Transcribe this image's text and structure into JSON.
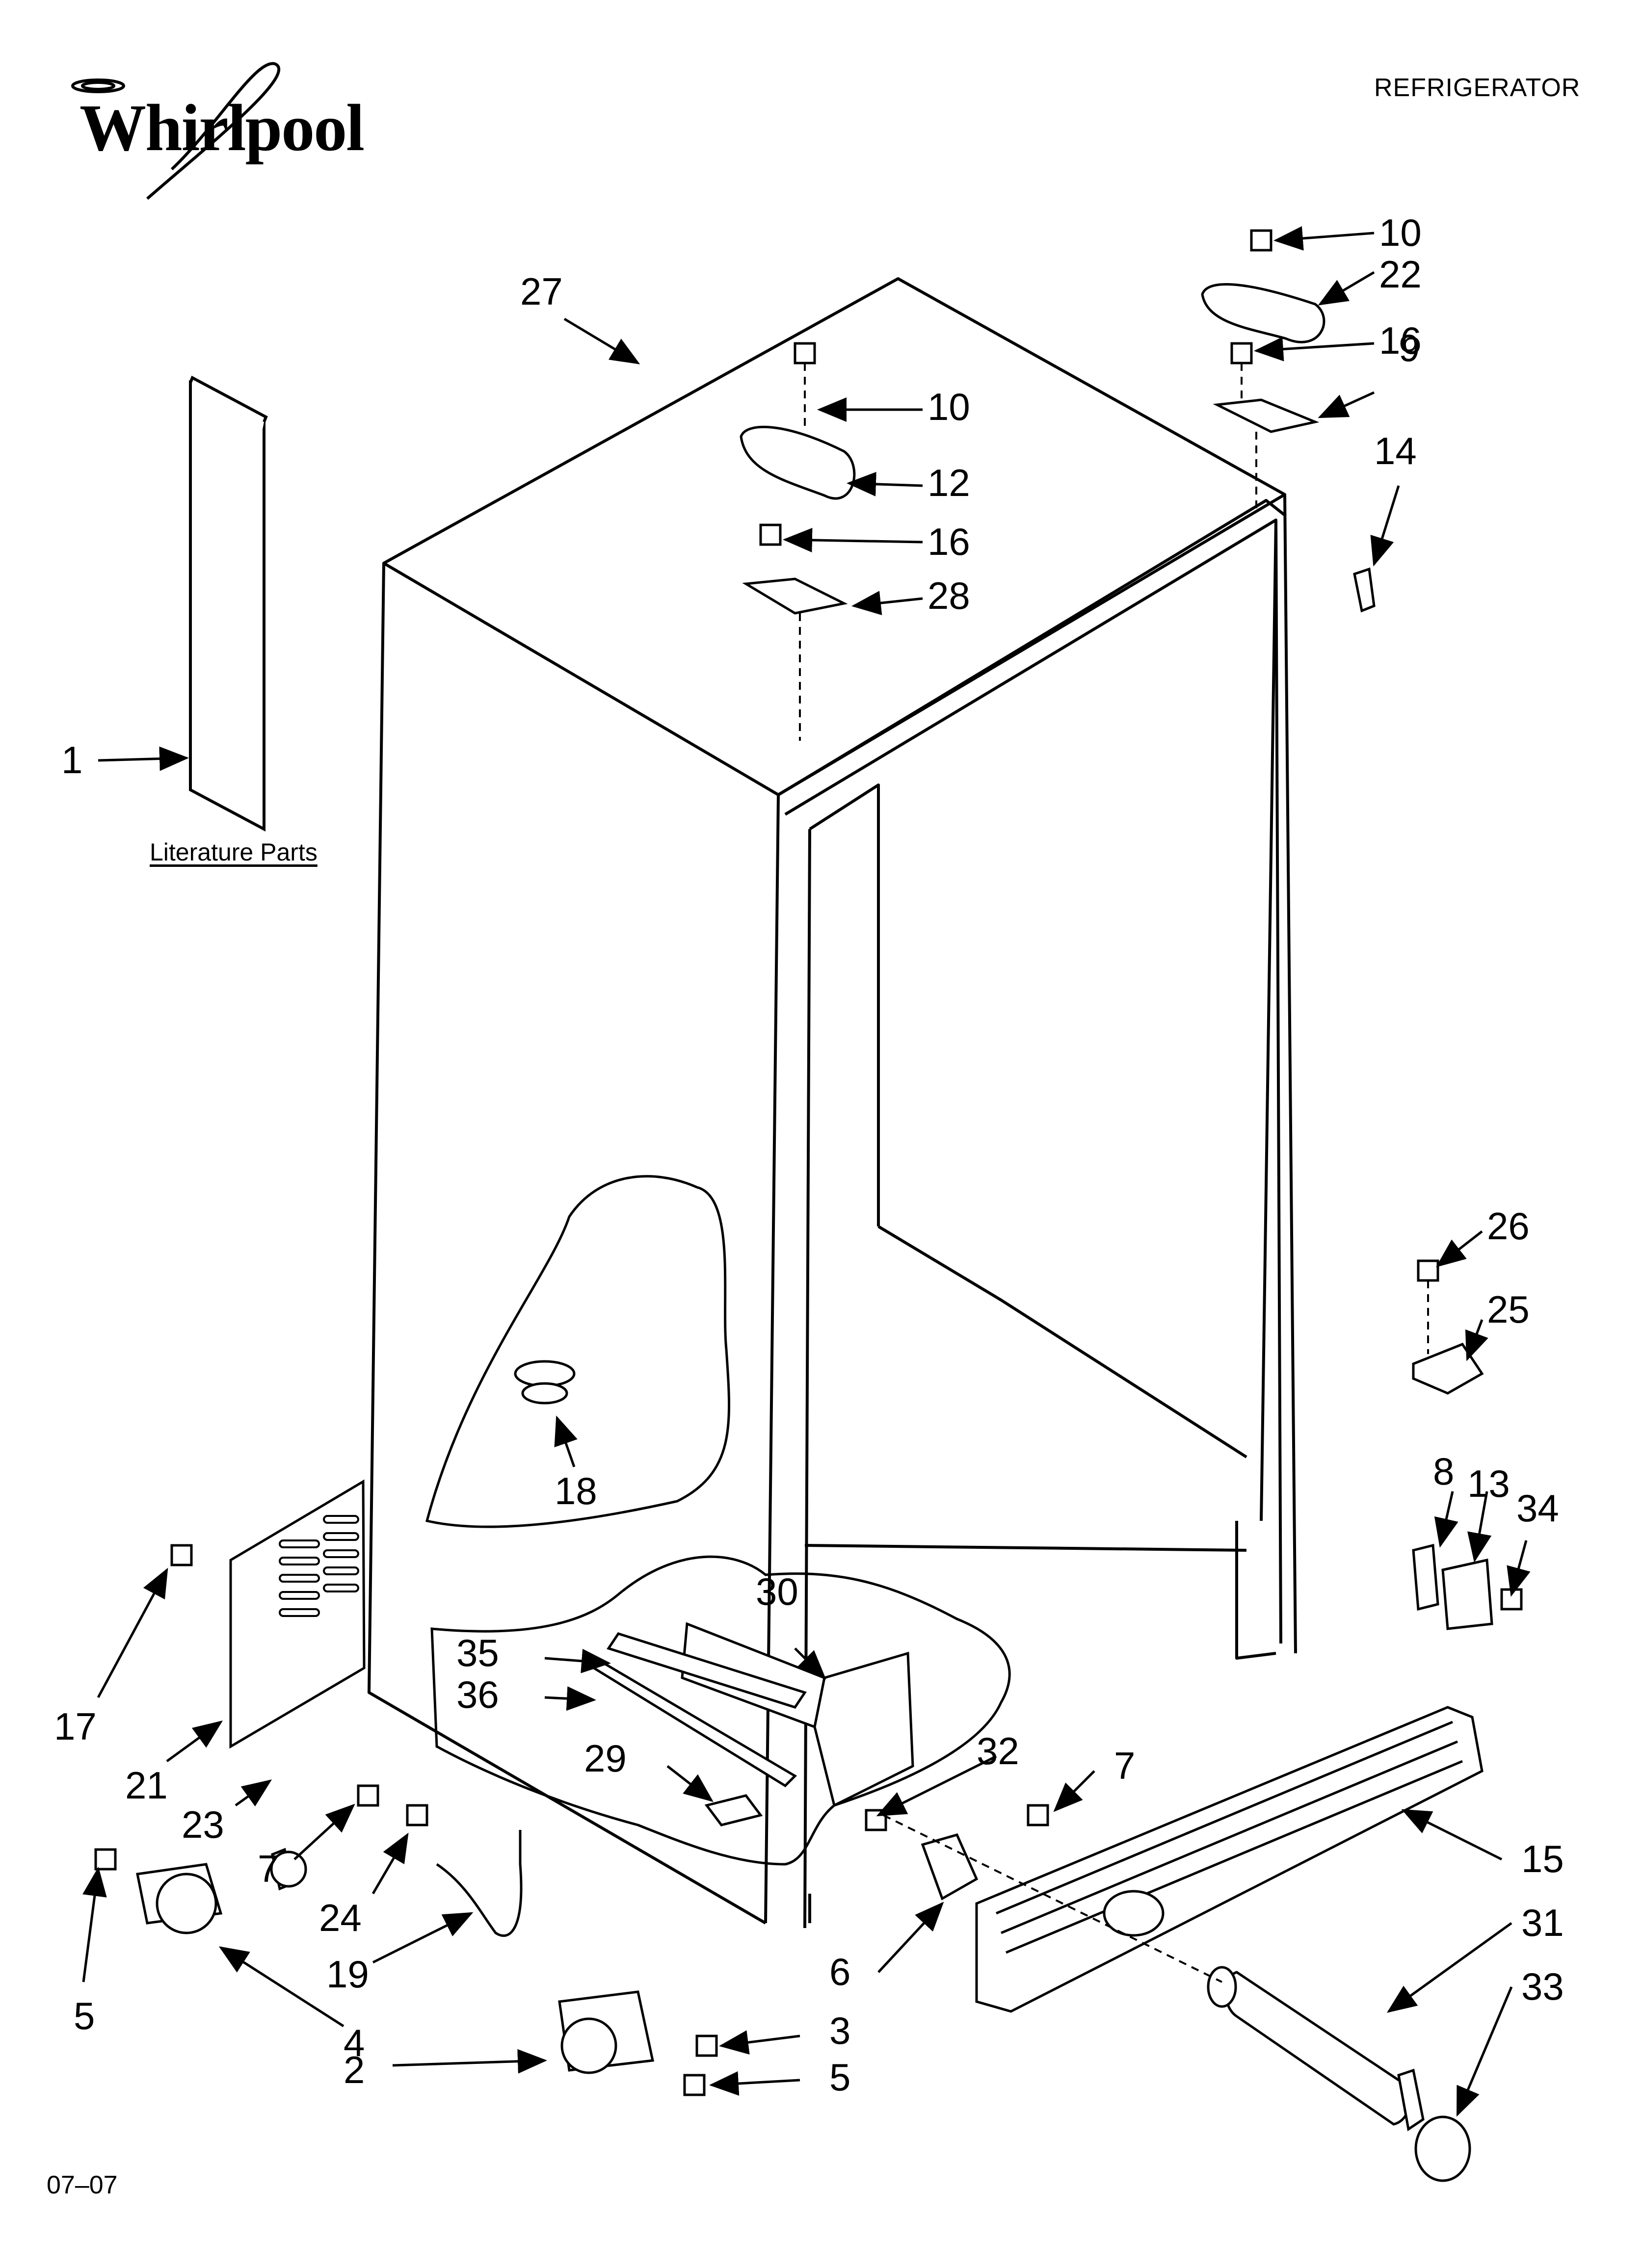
{
  "header": {
    "brand": "Whirlpool",
    "title": "REFRIGERATOR"
  },
  "footer": {
    "code": "07–07"
  },
  "literature_label": "Literature Parts",
  "callouts": [
    {
      "id": "c27",
      "label": "27"
    },
    {
      "id": "c10a",
      "label": "10"
    },
    {
      "id": "c12",
      "label": "12"
    },
    {
      "id": "c16a",
      "label": "16"
    },
    {
      "id": "c28",
      "label": "28"
    },
    {
      "id": "c10b",
      "label": "10"
    },
    {
      "id": "c22",
      "label": "22"
    },
    {
      "id": "c16b",
      "label": "16"
    },
    {
      "id": "c9",
      "label": "9"
    },
    {
      "id": "c14",
      "label": "14"
    },
    {
      "id": "c1",
      "label": "1"
    },
    {
      "id": "c26",
      "label": "26"
    },
    {
      "id": "c25",
      "label": "25"
    },
    {
      "id": "c18",
      "label": "18"
    },
    {
      "id": "c8",
      "label": "8"
    },
    {
      "id": "c13",
      "label": "13"
    },
    {
      "id": "c34",
      "label": "34"
    },
    {
      "id": "c30",
      "label": "30"
    },
    {
      "id": "c35",
      "label": "35"
    },
    {
      "id": "c36",
      "label": "36"
    },
    {
      "id": "c29",
      "label": "29"
    },
    {
      "id": "c32",
      "label": "32"
    },
    {
      "id": "c7a",
      "label": "7"
    },
    {
      "id": "c17",
      "label": "17"
    },
    {
      "id": "c21",
      "label": "21"
    },
    {
      "id": "c23",
      "label": "23"
    },
    {
      "id": "c7b",
      "label": "7"
    },
    {
      "id": "c24",
      "label": "24"
    },
    {
      "id": "c19",
      "label": "19"
    },
    {
      "id": "c5a",
      "label": "5"
    },
    {
      "id": "c4",
      "label": "4"
    },
    {
      "id": "c2",
      "label": "2"
    },
    {
      "id": "c3",
      "label": "3"
    },
    {
      "id": "c5b",
      "label": "5"
    },
    {
      "id": "c6",
      "label": "6"
    },
    {
      "id": "c15",
      "label": "15"
    },
    {
      "id": "c31",
      "label": "31"
    },
    {
      "id": "c33",
      "label": "33"
    }
  ]
}
